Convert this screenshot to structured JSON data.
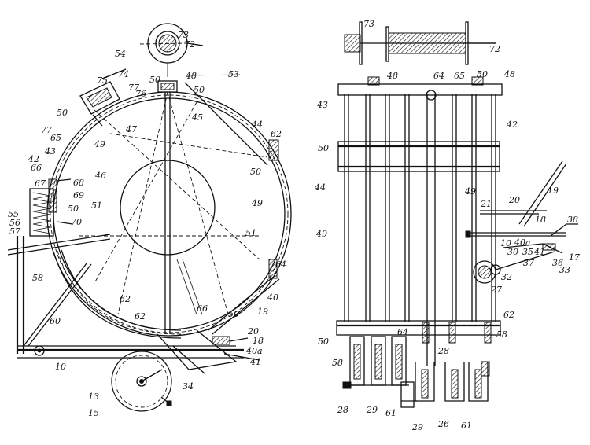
{
  "labels": [
    {
      "id": "l73a",
      "text": "73"
    },
    {
      "id": "l54",
      "text": "54"
    },
    {
      "id": "l72a",
      "text": "72"
    },
    {
      "id": "l53",
      "text": "53"
    },
    {
      "id": "l48a",
      "text": "48"
    },
    {
      "id": "l50a",
      "text": "50"
    },
    {
      "id": "l75",
      "text": "75"
    },
    {
      "id": "l74",
      "text": "74"
    },
    {
      "id": "l77a",
      "text": "77"
    },
    {
      "id": "l76",
      "text": "76"
    },
    {
      "id": "l50b",
      "text": "50"
    },
    {
      "id": "l50c",
      "text": "50"
    },
    {
      "id": "l47",
      "text": "47"
    },
    {
      "id": "l45",
      "text": "45"
    },
    {
      "id": "l44a",
      "text": "44"
    },
    {
      "id": "l77b",
      "text": "77"
    },
    {
      "id": "l65a",
      "text": "65"
    },
    {
      "id": "l49a",
      "text": "49"
    },
    {
      "id": "l42a",
      "text": "42"
    },
    {
      "id": "l43a",
      "text": "43"
    },
    {
      "id": "l66",
      "text": "66"
    },
    {
      "id": "l62a",
      "text": "62"
    },
    {
      "id": "l46",
      "text": "46"
    },
    {
      "id": "l50d",
      "text": "50"
    },
    {
      "id": "l67",
      "text": "67"
    },
    {
      "id": "l68",
      "text": "68"
    },
    {
      "id": "l69",
      "text": "69"
    },
    {
      "id": "l50e",
      "text": "50"
    },
    {
      "id": "l51a",
      "text": "51"
    },
    {
      "id": "l49b",
      "text": "49"
    },
    {
      "id": "l55",
      "text": "55"
    },
    {
      "id": "l56",
      "text": "56"
    },
    {
      "id": "l57",
      "text": "57"
    },
    {
      "id": "l70",
      "text": "70"
    },
    {
      "id": "l51b",
      "text": "51"
    },
    {
      "id": "l64a",
      "text": "64"
    },
    {
      "id": "l58a",
      "text": "58"
    },
    {
      "id": "l40a",
      "text": "40"
    },
    {
      "id": "l62b",
      "text": "62"
    },
    {
      "id": "l62c",
      "text": "62"
    },
    {
      "id": "l60",
      "text": "60"
    },
    {
      "id": "l66b",
      "text": "66"
    },
    {
      "id": "l50f",
      "text": "50"
    },
    {
      "id": "l19a",
      "text": "19"
    },
    {
      "id": "l20a",
      "text": "20"
    },
    {
      "id": "l18a",
      "text": "18"
    },
    {
      "id": "l40b",
      "text": "40a"
    },
    {
      "id": "l41a",
      "text": "41"
    },
    {
      "id": "l10a",
      "text": "10"
    },
    {
      "id": "l34",
      "text": "34"
    },
    {
      "id": "l13",
      "text": "13"
    },
    {
      "id": "l15",
      "text": "15"
    },
    {
      "id": "l73b",
      "text": "73"
    },
    {
      "id": "l72b",
      "text": "72"
    },
    {
      "id": "l48b",
      "text": "48"
    },
    {
      "id": "l64b",
      "text": "64"
    },
    {
      "id": "l65b",
      "text": "65"
    },
    {
      "id": "l50g",
      "text": "50"
    },
    {
      "id": "l48c",
      "text": "48"
    },
    {
      "id": "l43b",
      "text": "43"
    },
    {
      "id": "l42b",
      "text": "42"
    },
    {
      "id": "l50h",
      "text": "50"
    },
    {
      "id": "l49c",
      "text": "49"
    },
    {
      "id": "l44b",
      "text": "44"
    },
    {
      "id": "l19b",
      "text": "19"
    },
    {
      "id": "l21",
      "text": "21"
    },
    {
      "id": "l20b",
      "text": "20"
    },
    {
      "id": "l49d",
      "text": "49"
    },
    {
      "id": "l18b",
      "text": "18"
    },
    {
      "id": "l38",
      "text": "38"
    },
    {
      "id": "l10b",
      "text": "10"
    },
    {
      "id": "l40c",
      "text": "40a"
    },
    {
      "id": "l30",
      "text": "30"
    },
    {
      "id": "l35",
      "text": "35"
    },
    {
      "id": "l41b",
      "text": "41"
    },
    {
      "id": "l36",
      "text": "36"
    },
    {
      "id": "l17",
      "text": "17"
    },
    {
      "id": "l37",
      "text": "37"
    },
    {
      "id": "l33",
      "text": "33"
    },
    {
      "id": "l32",
      "text": "32"
    },
    {
      "id": "l27",
      "text": "27"
    },
    {
      "id": "l62d",
      "text": "62"
    },
    {
      "id": "l58b",
      "text": "58"
    },
    {
      "id": "l50i",
      "text": "50"
    },
    {
      "id": "l64c",
      "text": "64"
    },
    {
      "id": "l28a",
      "text": "28"
    },
    {
      "id": "l58c",
      "text": "58"
    },
    {
      "id": "l28b",
      "text": "28"
    },
    {
      "id": "l29a",
      "text": "29"
    },
    {
      "id": "l61a",
      "text": "61"
    },
    {
      "id": "l29b",
      "text": "29"
    },
    {
      "id": "l26",
      "text": "26"
    },
    {
      "id": "l61b",
      "text": "61"
    }
  ]
}
